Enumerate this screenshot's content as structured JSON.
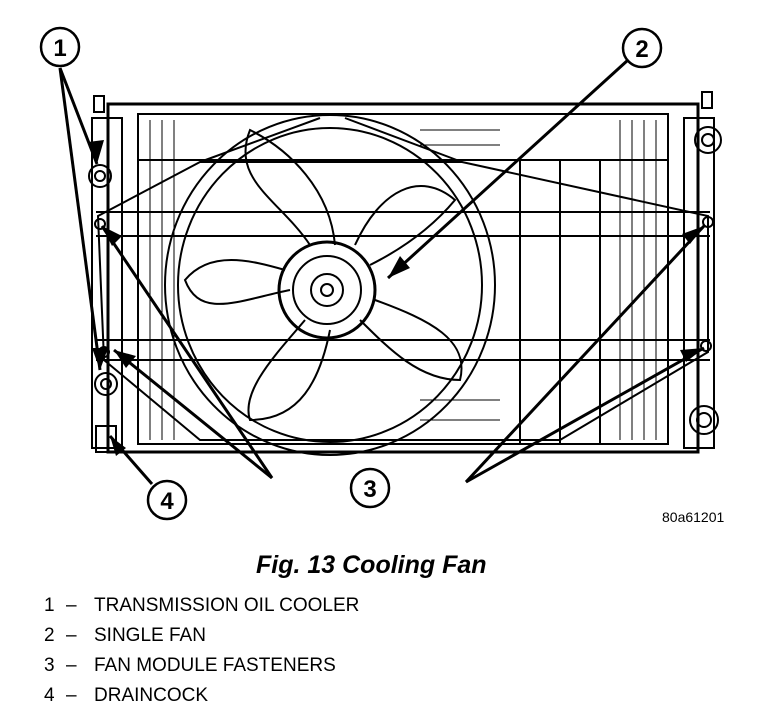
{
  "figure": {
    "callouts": [
      {
        "number": "1"
      },
      {
        "number": "2"
      },
      {
        "number": "3"
      },
      {
        "number": "4"
      }
    ],
    "reference_code": "80a61201"
  },
  "caption": "Fig. 13 Cooling Fan",
  "legend": [
    {
      "number": "1",
      "dash": "–",
      "text": "TRANSMISSION OIL COOLER"
    },
    {
      "number": "2",
      "dash": "–",
      "text": "SINGLE FAN"
    },
    {
      "number": "3",
      "dash": "–",
      "text": "FAN MODULE FASTENERS"
    },
    {
      "number": "4",
      "dash": "–",
      "text": "DRAINCOCK"
    }
  ]
}
